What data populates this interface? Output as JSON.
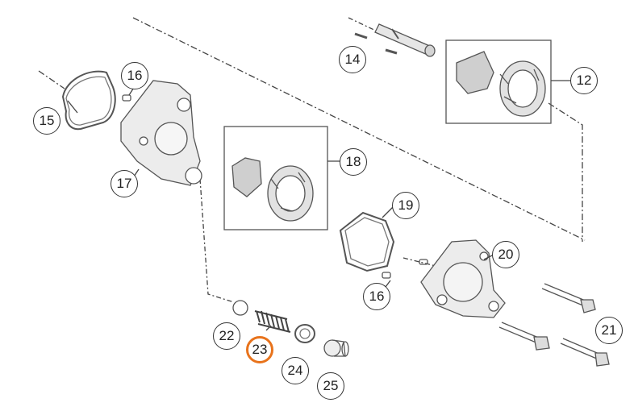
{
  "diagram": {
    "accent_color": "#e8731c",
    "selected_callout": "23",
    "callouts": [
      {
        "id": "12",
        "label": "12"
      },
      {
        "id": "14",
        "label": "14"
      },
      {
        "id": "15",
        "label": "15"
      },
      {
        "id": "16a",
        "label": "16"
      },
      {
        "id": "16b",
        "label": "16"
      },
      {
        "id": "17",
        "label": "17"
      },
      {
        "id": "18",
        "label": "18"
      },
      {
        "id": "19",
        "label": "19"
      },
      {
        "id": "20",
        "label": "20"
      },
      {
        "id": "21",
        "label": "21"
      },
      {
        "id": "22",
        "label": "22"
      },
      {
        "id": "23",
        "label": "23"
      },
      {
        "id": "24",
        "label": "24"
      },
      {
        "id": "25",
        "label": "25"
      }
    ]
  }
}
